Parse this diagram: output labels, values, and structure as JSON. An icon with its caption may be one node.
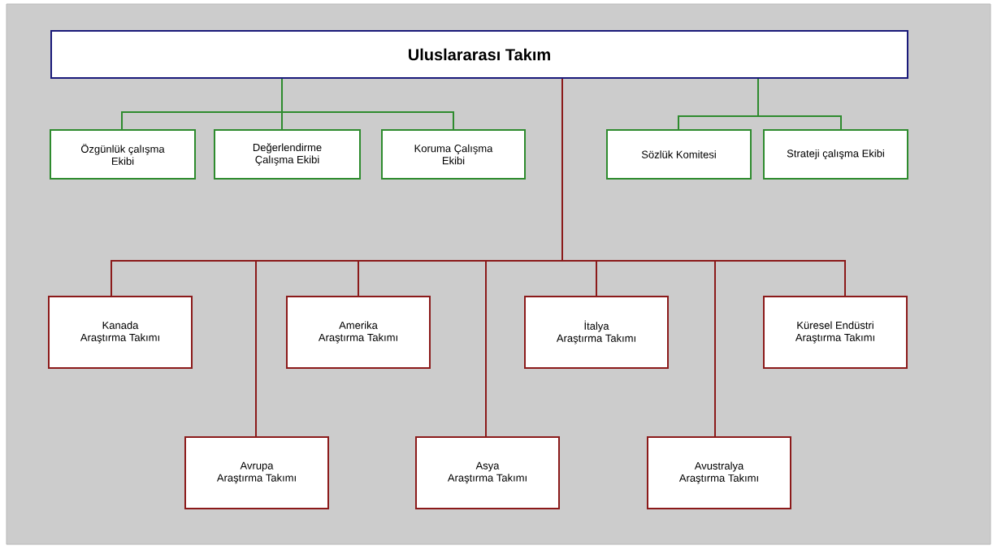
{
  "diagram": {
    "nodes": [
      {
        "text": [
          "Uluslararası Takım"
        ]
      },
      {
        "text": [
          "Özgünlük çalışma Ekibi"
        ]
      },
      {
        "text": [
          "Değerlendirme Çalışma Ekibi"
        ]
      },
      {
        "text": [
          "Koruma Çalışma Ekibi"
        ]
      },
      {
        "text": [
          "Sözlük Komitesi"
        ]
      },
      {
        "text": [
          "Strateji çalışma Ekibi"
        ]
      },
      {
        "text": [
          "Kanada Araştırma Takımı"
        ]
      },
      {
        "text": [
          "Amerika Araştırma Takımı"
        ]
      },
      {
        "text": [
          "İtalya Araştırma Takımı"
        ]
      },
      {
        "text": [
          "Küresel Endüstri Araştırma Takımı"
        ]
      },
      {
        "text": [
          "Avrupa Araştırma Takımı"
        ]
      },
      {
        "text": [
          "Asya Araştırma Takımı"
        ]
      },
      {
        "text": [
          "Avustralya Araştırma Takımı"
        ]
      }
    ],
    "edges": [
      {
        "from": 0,
        "to": 1,
        "arrow": "none",
        "color": "#2e8b2e"
      },
      {
        "from": 0,
        "to": 2,
        "arrow": "none",
        "color": "#2e8b2e"
      },
      {
        "from": 0,
        "to": 3,
        "arrow": "none",
        "color": "#2e8b2e"
      },
      {
        "from": 0,
        "to": 4,
        "arrow": "none",
        "color": "#2e8b2e"
      },
      {
        "from": 0,
        "to": 5,
        "arrow": "none",
        "color": "#2e8b2e"
      },
      {
        "from": 0,
        "to": 6,
        "arrow": "none"
      },
      {
        "from": 0,
        "to": 7,
        "arrow": "none"
      },
      {
        "from": 0,
        "to": 8,
        "arrow": "none"
      },
      {
        "from": 0,
        "to": 9,
        "arrow": "none"
      },
      {
        "from": 0,
        "to": 10,
        "arrow": "none"
      },
      {
        "from": 0,
        "to": 11,
        "arrow": "none"
      },
      {
        "from": 0,
        "to": 12,
        "arrow": "none"
      }
    ]
  }
}
